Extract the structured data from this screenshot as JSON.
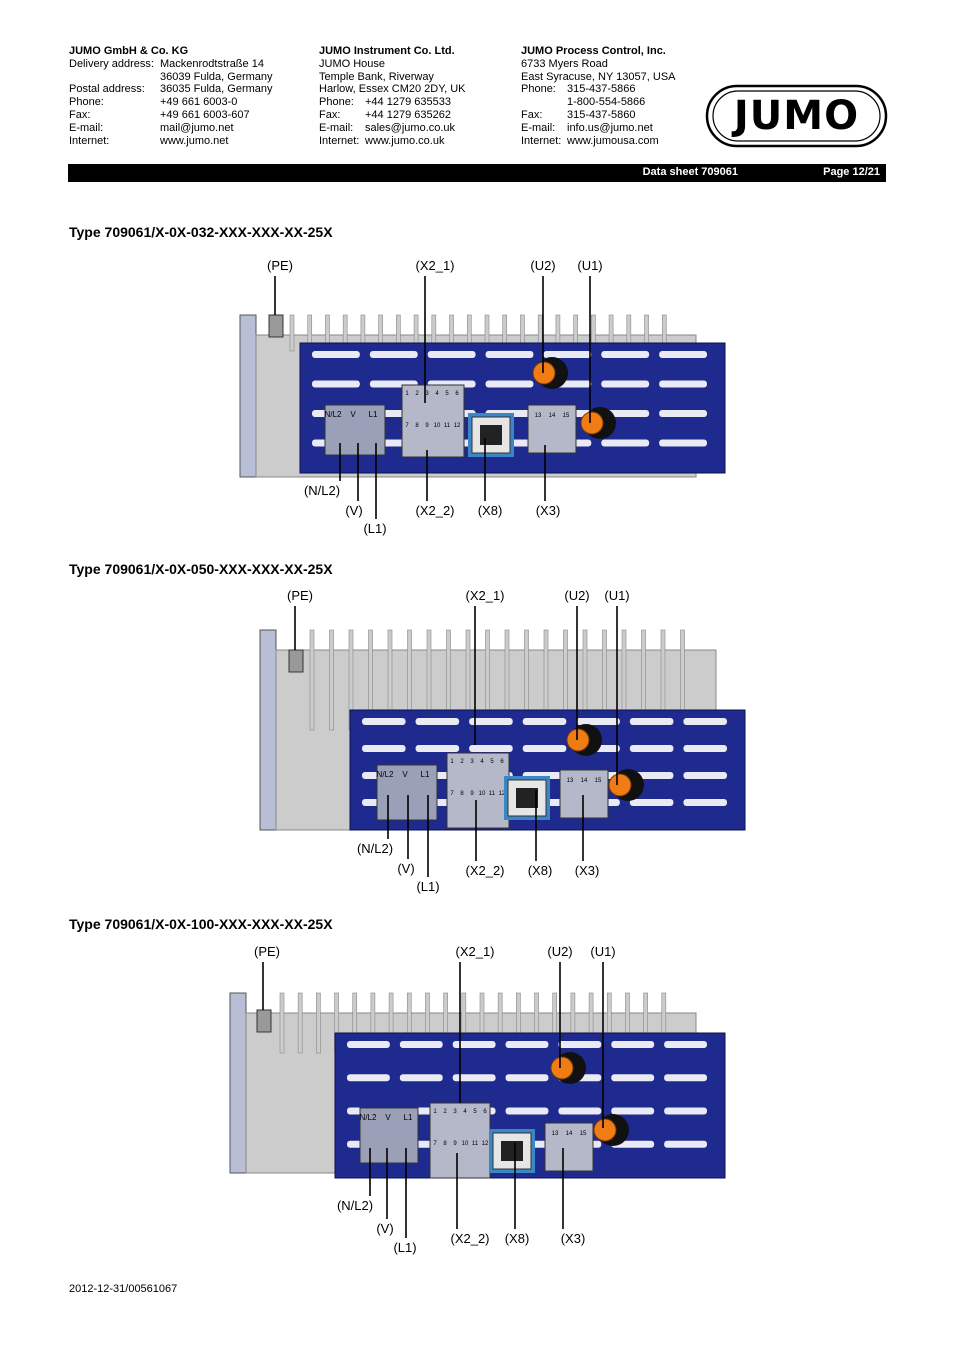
{
  "header": {
    "companies": [
      {
        "name": "JUMO GmbH & Co. KG",
        "rows": [
          {
            "k": "Delivery address:",
            "v": "Mackenrodtstraße 14"
          },
          {
            "k": "",
            "v": "36039 Fulda, Germany"
          },
          {
            "k": "Postal address:",
            "v": "36035 Fulda, Germany"
          },
          {
            "k": "Phone:",
            "v": "+49 661 6003-0"
          },
          {
            "k": "Fax:",
            "v": "+49 661 6003-607"
          },
          {
            "k": "E-mail:",
            "v": "mail@jumo.net"
          },
          {
            "k": "Internet:",
            "v": "www.jumo.net"
          }
        ]
      },
      {
        "name": "JUMO Instrument Co. Ltd.",
        "rows": [
          {
            "k": "JUMO House",
            "v": "",
            "span": true
          },
          {
            "k": "Temple Bank, Riverway",
            "v": "",
            "span": true
          },
          {
            "k": "Harlow, Essex CM20 2DY, UK",
            "v": "",
            "span": true
          },
          {
            "k": "Phone:",
            "v": "+44 1279 635533"
          },
          {
            "k": "Fax:",
            "v": "+44 1279 635262"
          },
          {
            "k": "E-mail:",
            "v": "sales@jumo.co.uk"
          },
          {
            "k": "Internet:",
            "v": "www.jumo.co.uk"
          }
        ]
      },
      {
        "name": "JUMO Process Control, Inc.",
        "rows": [
          {
            "k": "6733 Myers Road",
            "v": "",
            "span": true
          },
          {
            "k": "East Syracuse, NY 13057, USA",
            "v": "",
            "span": true
          },
          {
            "k": "Phone:",
            "v": "315-437-5866"
          },
          {
            "k": "",
            "v": "1-800-554-5866"
          },
          {
            "k": "Fax:",
            "v": "315-437-5860"
          },
          {
            "k": "E-mail:",
            "v": "info.us@jumo.net"
          },
          {
            "k": "Internet:",
            "v": "www.jumousa.com"
          }
        ]
      }
    ],
    "logo_text": "JUMO"
  },
  "bar": {
    "datasheet": "Data sheet 709061",
    "page": "Page 12/21"
  },
  "figures": [
    {
      "title": "Type 709061/X-0X-032-XXX-XXX-XX-25X",
      "labels": {
        "pe": "(PE)",
        "x2_1": "(X2_1)",
        "u2": "(U2)",
        "u1": "(U1)",
        "nl2": "(N/L2)",
        "v": "(V)",
        "l1": "(L1)",
        "x2_2": "(X2_2)",
        "x8": "(X8)",
        "x3": "(X3)"
      },
      "terminals": {
        "power": [
          "N/L2",
          "V",
          "L1"
        ],
        "top": [
          "1",
          "2",
          "3",
          "4",
          "5",
          "6"
        ],
        "bottom": [
          "7",
          "8",
          "9",
          "10",
          "11",
          "12"
        ],
        "x3": [
          "13",
          "14",
          "15"
        ]
      }
    },
    {
      "title": "Type 709061/X-0X-050-XXX-XXX-XX-25X",
      "labels": {
        "pe": "(PE)",
        "x2_1": "(X2_1)",
        "u2": "(U2)",
        "u1": "(U1)",
        "nl2": "(N/L2)",
        "v": "(V)",
        "l1": "(L1)",
        "x2_2": "(X2_2)",
        "x8": "(X8)",
        "x3": "(X3)"
      },
      "terminals": {
        "power": [
          "N/L2",
          "V",
          "L1"
        ],
        "top": [
          "1",
          "2",
          "3",
          "4",
          "5",
          "6"
        ],
        "bottom": [
          "7",
          "8",
          "9",
          "10",
          "11",
          "12"
        ],
        "x3": [
          "13",
          "14",
          "15"
        ]
      }
    },
    {
      "title": "Type 709061/X-0X-100-XXX-XXX-XX-25X",
      "labels": {
        "pe": "(PE)",
        "x2_1": "(X2_1)",
        "u2": "(U2)",
        "u1": "(U1)",
        "nl2": "(N/L2)",
        "v": "(V)",
        "l1": "(L1)",
        "x2_2": "(X2_2)",
        "x8": "(X8)",
        "x3": "(X3)"
      },
      "terminals": {
        "power": [
          "N/L2",
          "V",
          "L1"
        ],
        "top": [
          "1",
          "2",
          "3",
          "4",
          "5",
          "6"
        ],
        "bottom": [
          "7",
          "8",
          "9",
          "10",
          "11",
          "12"
        ],
        "x3": [
          "13",
          "14",
          "15"
        ]
      }
    }
  ],
  "footer": "2012-12-31/00561067",
  "colors": {
    "housing": "#1f2a8f",
    "heatsink": "#cccccc",
    "knob": "#f07c16",
    "rj45": "#3c86c6"
  }
}
